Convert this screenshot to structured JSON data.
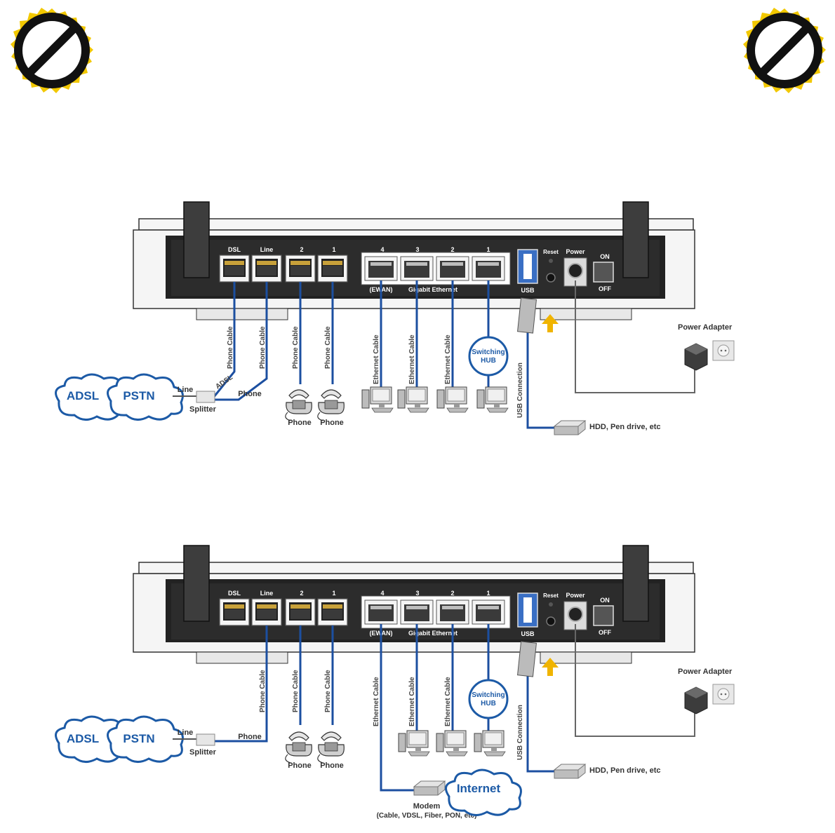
{
  "icons": {
    "left": "prohibited-sign-icon",
    "right": "prohibited-sign-icon",
    "colors": {
      "sign_ring": "#f2c800",
      "sign_mark": "#111111",
      "cable": "#1c4fa0",
      "cloud_text": "#1c5aa6"
    }
  },
  "router_labels": {
    "dsl": "DSL",
    "line": "Line",
    "phone2": "2",
    "phone1": "1",
    "lan4": "4",
    "lan3": "3",
    "lan2": "2",
    "lan1": "1",
    "ewan": "(EWAN)",
    "gigabit": "Gigabit Ethernet",
    "usb": "USB",
    "reset": "Reset",
    "power": "Power",
    "on": "ON",
    "off": "OFF"
  },
  "diagram1": {
    "cables": {
      "phone_dsl": "Phone Cable",
      "phone_line": "Phone Cable",
      "phone_p2": "Phone Cable",
      "phone_p1": "Phone Cable",
      "eth4": "Ethernet Cable",
      "eth3": "Ethernet Cable",
      "eth2": "Ethernet Cable",
      "usb_conn": "USB Connection"
    },
    "hub": [
      "Switching",
      "HUB"
    ],
    "clouds": {
      "adsl": "ADSL",
      "pstn": "PSTN"
    },
    "splitter": "Splitter",
    "splitter_line": "Line",
    "splitter_adsl": "ADSL",
    "splitter_phone": "Phone",
    "phone_a": "Phone",
    "phone_b": "Phone",
    "hdd": "HDD, Pen drive, etc",
    "power_adapter": "Power Adapter"
  },
  "diagram2": {
    "cables": {
      "phone_line": "Phone Cable",
      "phone_p2": "Phone Cable",
      "phone_p1": "Phone Cable",
      "eth4": "Ethernet Cable",
      "eth3": "Ethernet Cable",
      "eth2": "Ethernet Cable",
      "usb_conn": "USB Connection"
    },
    "hub": [
      "Switching",
      "HUB"
    ],
    "clouds": {
      "adsl": "ADSL",
      "pstn": "PSTN",
      "internet": "Internet"
    },
    "splitter": "Splitter",
    "splitter_line": "Line",
    "splitter_phone": "Phone",
    "phone_a": "Phone",
    "phone_b": "Phone",
    "hdd": "HDD, Pen drive, etc",
    "power_adapter": "Power Adapter",
    "modem": "Modem",
    "modem_sub": "(Cable, VDSL, Fiber, PON, etc)"
  }
}
